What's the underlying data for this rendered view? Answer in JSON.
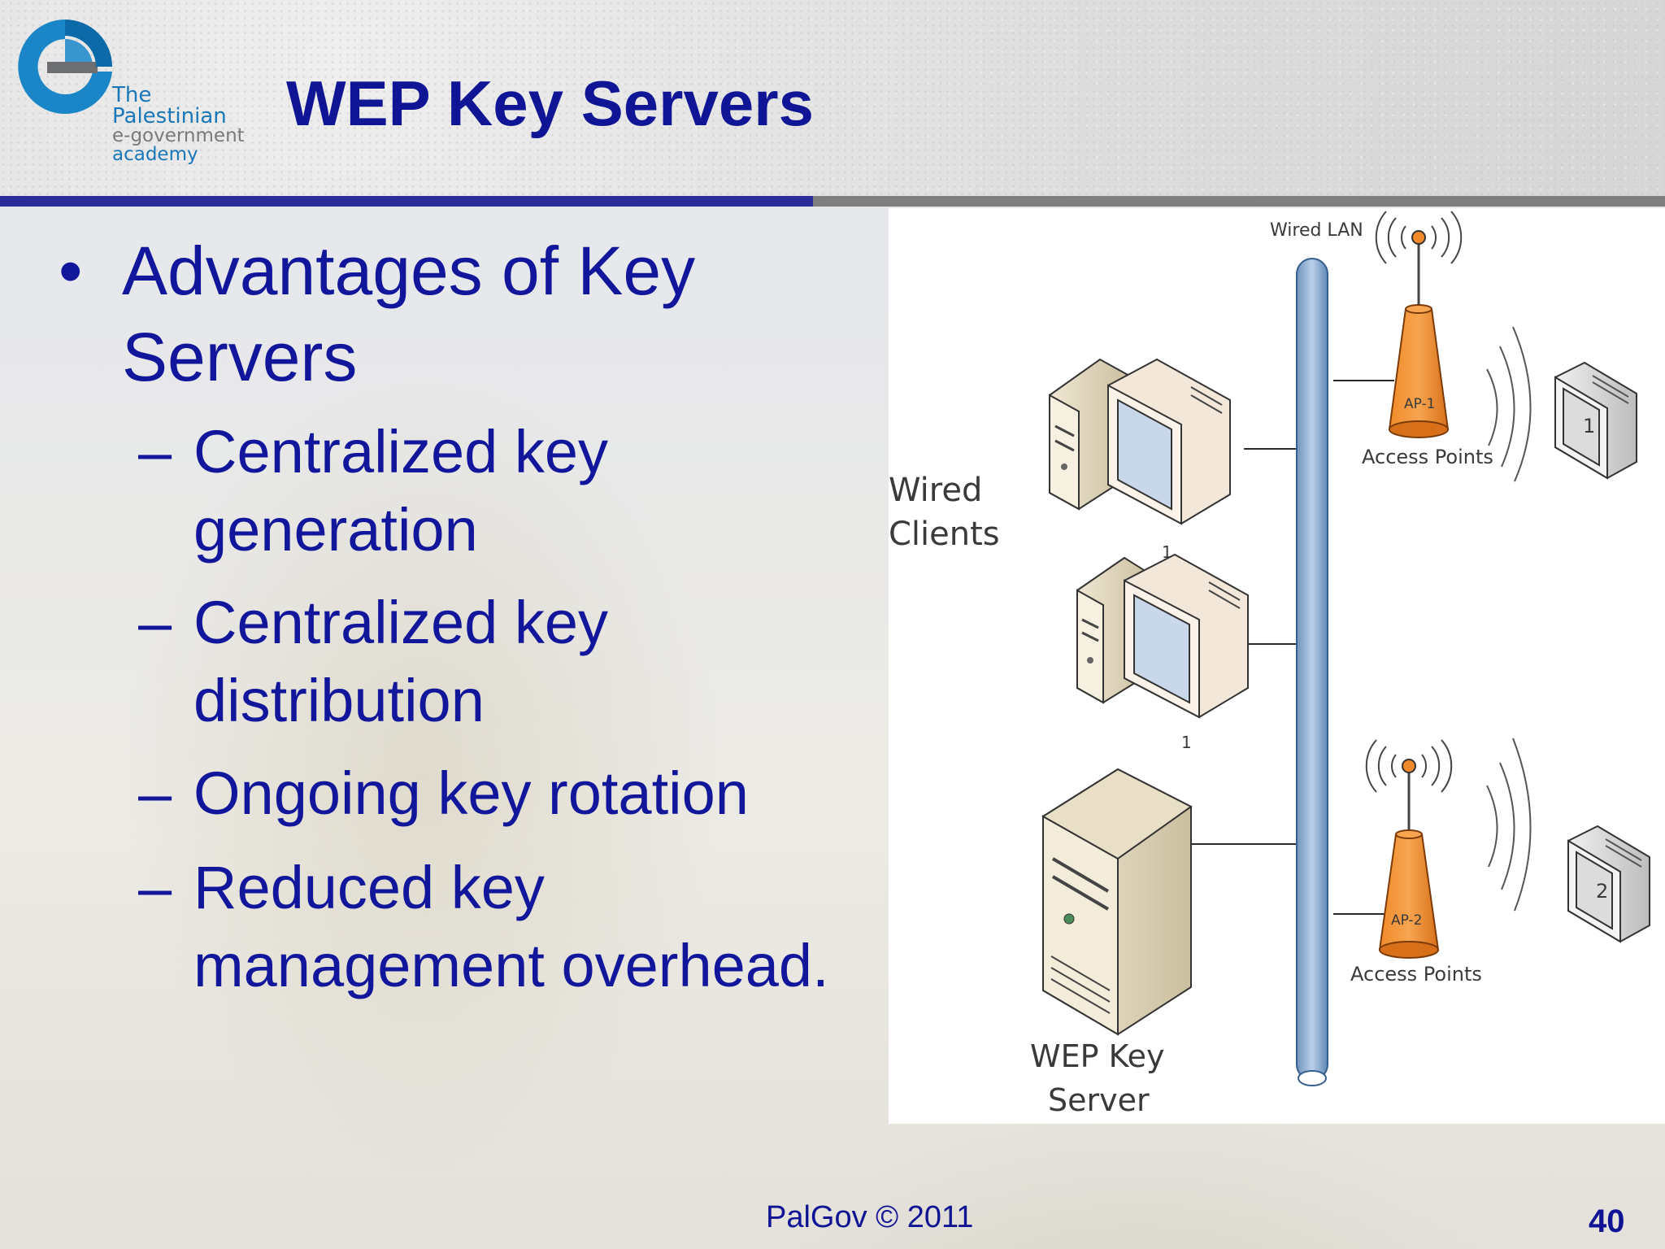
{
  "title": "WEP Key Servers",
  "logo": {
    "line1": "The Palestinian",
    "line2": "e-government",
    "line3": "academy"
  },
  "main_bullet": {
    "mark": "•",
    "text": "Advantages of Key Servers"
  },
  "sub_bullets": [
    {
      "dash": "–",
      "text": "Centralized key generation"
    },
    {
      "dash": "–",
      "text": "Centralized key distribution"
    },
    {
      "dash": "–",
      "text": "Ongoing key rotation"
    },
    {
      "dash": "–",
      "text": "Reduced key management overhead."
    }
  ],
  "diagram": {
    "wired_lan": "Wired LAN",
    "wired_clients_line1": "Wired",
    "wired_clients_line2": "Clients",
    "ap1_label": "AP-1",
    "ap2_label": "AP-2",
    "ap1_caption": "Access Points",
    "ap2_caption": "Access Points",
    "client1_num": "1",
    "client2_num": "1",
    "wireless1_num": "1",
    "wireless2_num": "2",
    "key_server_line1": "WEP Key",
    "key_server_line2": "Server"
  },
  "footer": {
    "text": "PalGov © 2011",
    "page": "40"
  }
}
